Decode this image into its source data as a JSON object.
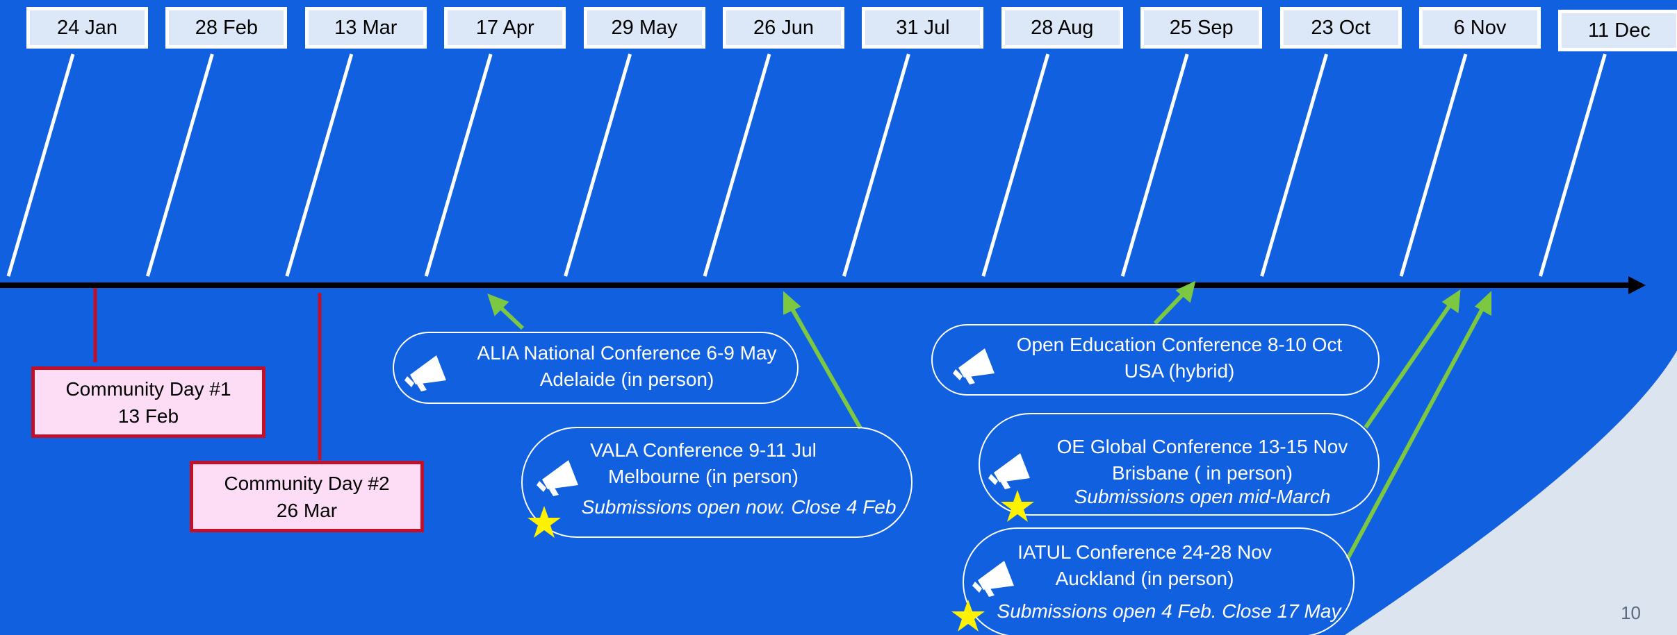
{
  "colors": {
    "background": "#1060E0",
    "date_box_fill": "#DCE8F7",
    "community_fill": "#FDDCF5",
    "community_border": "#C0102A",
    "arrow_green": "#7CC843",
    "star_yellow": "#FFF200",
    "corner_arc": "#DCE4EF"
  },
  "dates": [
    "24 Jan",
    "28 Feb",
    "13 Mar",
    "17 Apr",
    "29 May",
    "26 Jun",
    "31 Jul",
    "28 Aug",
    "25 Sep",
    "23 Oct",
    "6 Nov",
    "11 Dec"
  ],
  "community_days": [
    {
      "title": "Community Day #1",
      "date": "13 Feb"
    },
    {
      "title": "Community Day #2",
      "date": "26 Mar"
    }
  ],
  "events": [
    {
      "line1": "ALIA National Conference 6-9 May",
      "line2": "Adelaide (in person)",
      "note": "",
      "star": false,
      "icon": "megaphone-icon"
    },
    {
      "line1": "VALA Conference 9-11 Jul",
      "line2": "Melbourne (in person)",
      "note": "Submissions open now. Close 4 Feb",
      "star": true,
      "icon": "megaphone-icon"
    },
    {
      "line1": "Open Education Conference 8-10 Oct",
      "line2": "USA (hybrid)",
      "note": "",
      "star": false,
      "icon": "megaphone-icon"
    },
    {
      "line1": "OE Global Conference 13-15 Nov",
      "line2": "Brisbane ( in person)",
      "note": "Submissions open mid-March",
      "star": true,
      "icon": "megaphone-icon"
    },
    {
      "line1": "IATUL Conference 24-28 Nov",
      "line2": "Auckland (in person)",
      "note": "Submissions open 4 Feb. Close 17 May",
      "star": true,
      "icon": "megaphone-icon"
    }
  ],
  "page_number": "10"
}
